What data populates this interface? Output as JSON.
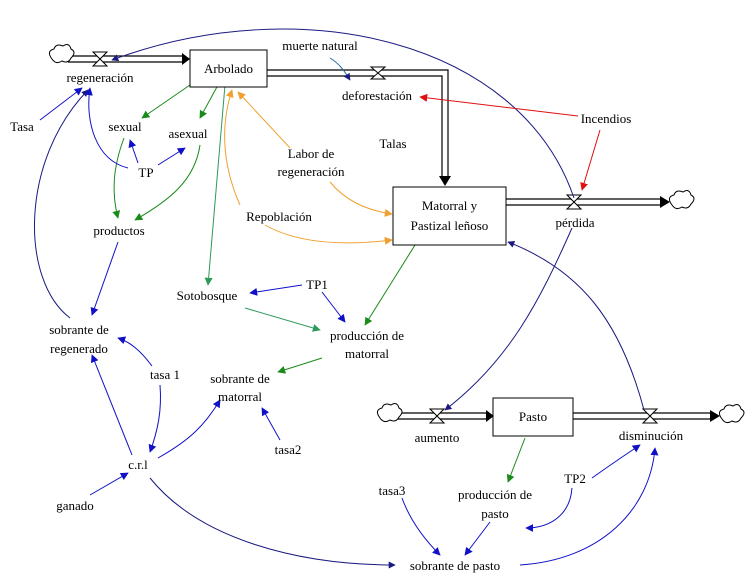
{
  "colors": {
    "green": "#1a8a1a",
    "blue": "#1010c8",
    "orange": "#f0a030",
    "red": "#e01010",
    "teal": "#2e9a5a",
    "navy": "#1a1a80",
    "black": "#000000"
  },
  "stocks": {
    "arbolado": "Arbolado",
    "matorral_line1": "Matorral y",
    "matorral_line2": "Pastizal leñoso",
    "pasto": "Pasto"
  },
  "flows": {
    "regeneracion": "regeneración",
    "deforestacion": "deforestación",
    "perdida": "pérdida",
    "aumento": "aumento",
    "disminucion": "disminución"
  },
  "variables": {
    "muerte_natural": "muerte natural",
    "incendios": "Incendios",
    "talas": "Talas",
    "tasa": "Tasa",
    "sexual": "sexual",
    "asexual": "asexual",
    "tp": "TP",
    "labor_line1": "Labor de",
    "labor_line2": "regeneración",
    "repoblacion": "Repoblación",
    "productos": "productos",
    "sotobosque": "Sotobosque",
    "tp1": "TP1",
    "produccion_matorral_line1": "producción de",
    "produccion_matorral_line2": "matorral",
    "sobrante_regenerado_line1": "sobrante de",
    "sobrante_regenerado_line2": "regenerado",
    "tasa1": "tasa 1",
    "sobrante_matorral_line1": "sobrante de",
    "sobrante_matorral_line2": "matorral",
    "tasa2": "tasa2",
    "crl": "c.r.l",
    "ganado": "ganado",
    "tasa3": "tasa3",
    "produccion_pasto_line1": "producción de",
    "produccion_pasto_line2": "pasto",
    "tp2": "TP2",
    "sobrante_pasto": "sobrante de pasto"
  }
}
